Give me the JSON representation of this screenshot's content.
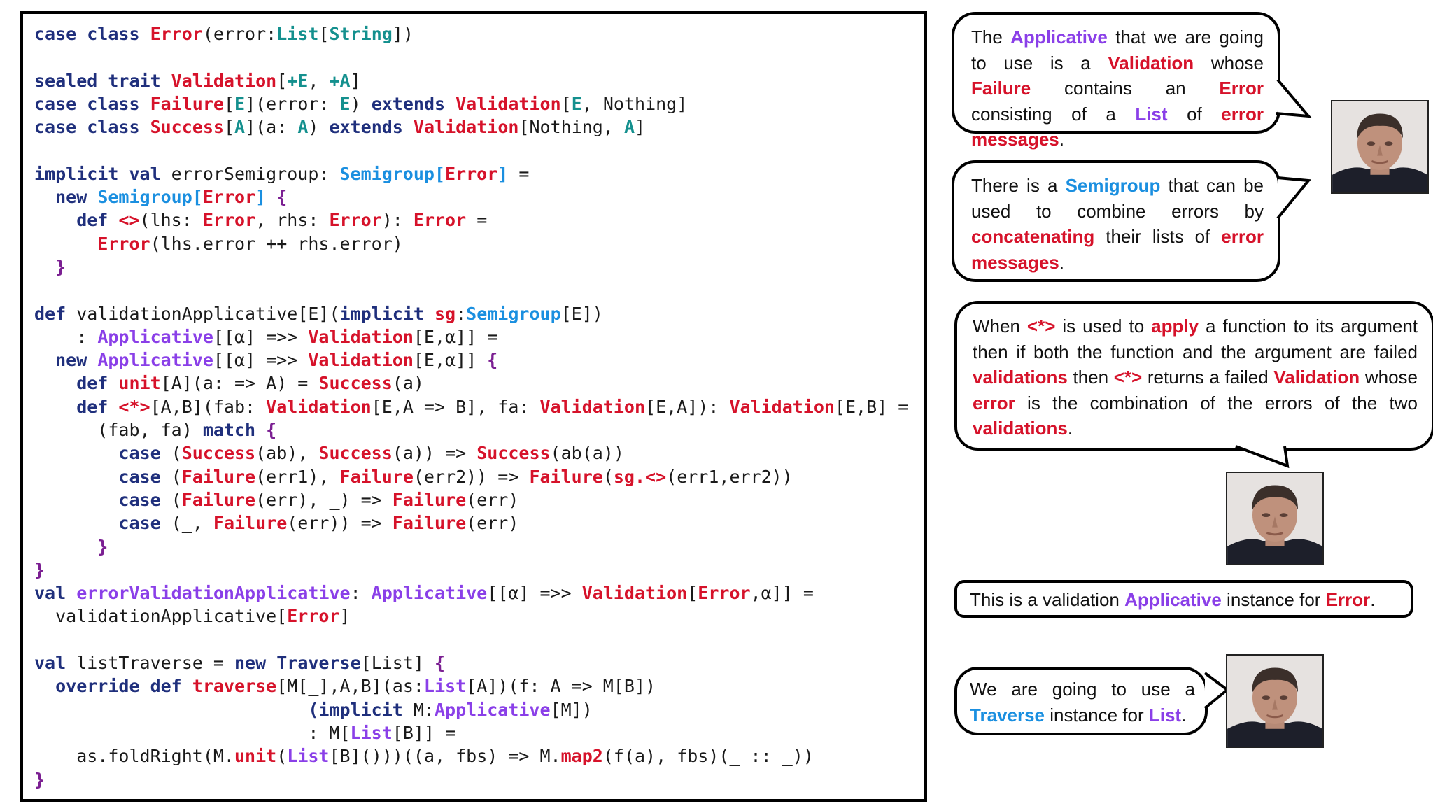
{
  "colors": {
    "keyword": "#1f2f7c",
    "type_red": "#d6122a",
    "typeclass_purple": "#8a3fe8",
    "typeclass_blue": "#1a8fe0",
    "typeparam_teal": "#14908e",
    "brace_purple": "#7b1f92",
    "plain": "#1a1a1a"
  },
  "code_lines": [
    [
      [
        "case class ",
        "kw"
      ],
      [
        "Error",
        "red"
      ],
      [
        "(error:",
        "plain"
      ],
      [
        "List",
        "teal"
      ],
      [
        "[",
        "plain"
      ],
      [
        "String",
        "teal"
      ],
      [
        "])",
        "plain"
      ]
    ],
    [
      [
        "",
        "plain"
      ]
    ],
    [
      [
        "sealed trait ",
        "kw"
      ],
      [
        "Validation",
        "red"
      ],
      [
        "[",
        "plain"
      ],
      [
        "+E",
        "teal"
      ],
      [
        ", ",
        "plain"
      ],
      [
        "+A",
        "teal"
      ],
      [
        "]",
        "plain"
      ]
    ],
    [
      [
        "case class ",
        "kw"
      ],
      [
        "Failure",
        "red"
      ],
      [
        "[",
        "plain"
      ],
      [
        "E",
        "teal"
      ],
      [
        "](error: ",
        "plain"
      ],
      [
        "E",
        "teal"
      ],
      [
        ") ",
        "plain"
      ],
      [
        "extends ",
        "kw"
      ],
      [
        "Validation",
        "red"
      ],
      [
        "[",
        "plain"
      ],
      [
        "E",
        "teal"
      ],
      [
        ", Nothing]",
        "plain"
      ]
    ],
    [
      [
        "case class ",
        "kw"
      ],
      [
        "Success",
        "red"
      ],
      [
        "[",
        "plain"
      ],
      [
        "A",
        "teal"
      ],
      [
        "](a: ",
        "plain"
      ],
      [
        "A",
        "teal"
      ],
      [
        ") ",
        "plain"
      ],
      [
        "extends ",
        "kw"
      ],
      [
        "Validation",
        "red"
      ],
      [
        "[Nothing, ",
        "plain"
      ],
      [
        "A",
        "teal"
      ],
      [
        "]",
        "plain"
      ]
    ],
    [
      [
        "",
        "plain"
      ]
    ],
    [
      [
        "implicit val ",
        "kw"
      ],
      [
        "errorSemigroup: ",
        "plain"
      ],
      [
        "Semigroup",
        "blue"
      ],
      [
        "[",
        "blue"
      ],
      [
        "Error",
        "red"
      ],
      [
        "]",
        "blue"
      ],
      [
        " =",
        "plain"
      ]
    ],
    [
      [
        "  new ",
        "kw"
      ],
      [
        "Semigroup",
        "blue"
      ],
      [
        "[",
        "blue"
      ],
      [
        "Error",
        "red"
      ],
      [
        "]",
        "blue"
      ],
      [
        " {",
        "brace"
      ]
    ],
    [
      [
        "    def ",
        "kw"
      ],
      [
        "<>",
        "red"
      ],
      [
        "(lhs: ",
        "plain"
      ],
      [
        "Error",
        "red"
      ],
      [
        ", rhs: ",
        "plain"
      ],
      [
        "Error",
        "red"
      ],
      [
        "): ",
        "plain"
      ],
      [
        "Error",
        "red"
      ],
      [
        " =",
        "plain"
      ]
    ],
    [
      [
        "      ",
        "plain"
      ],
      [
        "Error",
        "red"
      ],
      [
        "(lhs.error ++ rhs.error)",
        "plain"
      ]
    ],
    [
      [
        "  }",
        "brace"
      ]
    ],
    [
      [
        "",
        "plain"
      ]
    ],
    [
      [
        "def ",
        "kw"
      ],
      [
        "validationApplicative[E](",
        "plain"
      ],
      [
        "implicit ",
        "kw"
      ],
      [
        "sg",
        "red"
      ],
      [
        ":",
        "plain"
      ],
      [
        "Semigroup",
        "blue"
      ],
      [
        "[E])",
        "plain"
      ]
    ],
    [
      [
        "    : ",
        "plain"
      ],
      [
        "Applicative",
        "purple"
      ],
      [
        "[[α] =>> ",
        "plain"
      ],
      [
        "Validation",
        "red"
      ],
      [
        "[E,α]] =",
        "plain"
      ]
    ],
    [
      [
        "  new ",
        "kw"
      ],
      [
        "Applicative",
        "purple"
      ],
      [
        "[[α] =>> ",
        "plain"
      ],
      [
        "Validation",
        "red"
      ],
      [
        "[E,α]] ",
        "plain"
      ],
      [
        "{",
        "brace"
      ]
    ],
    [
      [
        "    def ",
        "kw"
      ],
      [
        "unit",
        "red"
      ],
      [
        "[A](a: => A) = ",
        "plain"
      ],
      [
        "Success",
        "red"
      ],
      [
        "(a)",
        "plain"
      ]
    ],
    [
      [
        "    def ",
        "kw"
      ],
      [
        "<*>",
        "red"
      ],
      [
        "[A,B](fab: ",
        "plain"
      ],
      [
        "Validation",
        "red"
      ],
      [
        "[E,A => B], fa: ",
        "plain"
      ],
      [
        "Validation",
        "red"
      ],
      [
        "[E,A]): ",
        "plain"
      ],
      [
        "Validation",
        "red"
      ],
      [
        "[E,B] =",
        "plain"
      ]
    ],
    [
      [
        "      (fab, fa) ",
        "plain"
      ],
      [
        "match ",
        "kw"
      ],
      [
        "{",
        "brace"
      ]
    ],
    [
      [
        "        case ",
        "kw"
      ],
      [
        "(",
        "plain"
      ],
      [
        "Success",
        "red"
      ],
      [
        "(ab), ",
        "plain"
      ],
      [
        "Success",
        "red"
      ],
      [
        "(a)) => ",
        "plain"
      ],
      [
        "Success",
        "red"
      ],
      [
        "(ab(a))",
        "plain"
      ]
    ],
    [
      [
        "        case ",
        "kw"
      ],
      [
        "(",
        "plain"
      ],
      [
        "Failure",
        "red"
      ],
      [
        "(err1), ",
        "plain"
      ],
      [
        "Failure",
        "red"
      ],
      [
        "(err2)) => ",
        "plain"
      ],
      [
        "Failure",
        "red"
      ],
      [
        "(",
        "plain"
      ],
      [
        "sg.<>",
        "red"
      ],
      [
        "(err1,err2))",
        "plain"
      ]
    ],
    [
      [
        "        case ",
        "kw"
      ],
      [
        "(",
        "plain"
      ],
      [
        "Failure",
        "red"
      ],
      [
        "(err), _) => ",
        "plain"
      ],
      [
        "Failure",
        "red"
      ],
      [
        "(err)",
        "plain"
      ]
    ],
    [
      [
        "        case ",
        "kw"
      ],
      [
        "(_, ",
        "plain"
      ],
      [
        "Failure",
        "red"
      ],
      [
        "(err)) => ",
        "plain"
      ],
      [
        "Failure",
        "red"
      ],
      [
        "(err)",
        "plain"
      ]
    ],
    [
      [
        "      }",
        "brace"
      ]
    ],
    [
      [
        "}",
        "brace"
      ]
    ],
    [
      [
        "val ",
        "kw"
      ],
      [
        "errorValidationApplicative",
        "purple"
      ],
      [
        ": ",
        "plain"
      ],
      [
        "Applicative",
        "purple"
      ],
      [
        "[[α] =>> ",
        "plain"
      ],
      [
        "Validation",
        "red"
      ],
      [
        "[",
        "plain"
      ],
      [
        "Error",
        "red"
      ],
      [
        ",α]] =",
        "plain"
      ]
    ],
    [
      [
        "  validationApplicative[",
        "plain"
      ],
      [
        "Error",
        "red"
      ],
      [
        "]",
        "plain"
      ]
    ],
    [
      [
        "",
        "plain"
      ]
    ],
    [
      [
        "val ",
        "kw"
      ],
      [
        "listTraverse = ",
        "plain"
      ],
      [
        "new ",
        "kw"
      ],
      [
        "Traverse",
        "kw"
      ],
      [
        "[List] ",
        "plain"
      ],
      [
        "{",
        "brace"
      ]
    ],
    [
      [
        "  override def ",
        "kw"
      ],
      [
        "traverse",
        "red"
      ],
      [
        "[M[_],A,B](as:",
        "plain"
      ],
      [
        "List",
        "purple"
      ],
      [
        "[A])(f: A => M[B])",
        "plain"
      ]
    ],
    [
      [
        "                          ",
        "plain"
      ],
      [
        "(implicit ",
        "kw"
      ],
      [
        "M:",
        "plain"
      ],
      [
        "Applicative",
        "purple"
      ],
      [
        "[M])",
        "plain"
      ]
    ],
    [
      [
        "                          : M[",
        "plain"
      ],
      [
        "List",
        "purple"
      ],
      [
        "[B]] =",
        "plain"
      ]
    ],
    [
      [
        "    as.foldRight(M.",
        "plain"
      ],
      [
        "unit",
        "red"
      ],
      [
        "(",
        "plain"
      ],
      [
        "List",
        "purple"
      ],
      [
        "[B]()))((a, fbs) => M.",
        "plain"
      ],
      [
        "map2",
        "red"
      ],
      [
        "(f(a), fbs)(_ :: _))",
        "plain"
      ]
    ],
    [
      [
        "}",
        "brace"
      ]
    ]
  ],
  "bubbles": {
    "applicative_note": [
      [
        "The ",
        "n"
      ],
      [
        "Applicative",
        "p"
      ],
      [
        " that we are going to use is a ",
        "n"
      ],
      [
        "Validation",
        "r"
      ],
      [
        " whose ",
        "n"
      ],
      [
        "Failure",
        "r"
      ],
      [
        " contains an ",
        "n"
      ],
      [
        "Error",
        "r"
      ],
      [
        " consisting of a ",
        "n"
      ],
      [
        "List",
        "p"
      ],
      [
        " of ",
        "n"
      ],
      [
        "error messages",
        "r"
      ],
      [
        ".",
        "n"
      ]
    ],
    "semigroup_note": [
      [
        "There is a ",
        "n"
      ],
      [
        "Semigroup",
        "b"
      ],
      [
        " that can be used to combine errors by ",
        "n"
      ],
      [
        "concatenating",
        "r"
      ],
      [
        " their lists of ",
        "n"
      ],
      [
        "error messages",
        "r"
      ],
      [
        ".",
        "n"
      ]
    ],
    "apply_note": [
      [
        "When ",
        "n"
      ],
      [
        "<*>",
        "r"
      ],
      [
        " is used to ",
        "n"
      ],
      [
        "apply",
        "r"
      ],
      [
        " a function to its argument then if both the function and the argument are failed ",
        "n"
      ],
      [
        "validations",
        "r"
      ],
      [
        " then ",
        "n"
      ],
      [
        "<*>",
        "r"
      ],
      [
        " returns a failed ",
        "n"
      ],
      [
        "Validation",
        "r"
      ],
      [
        " whose ",
        "n"
      ],
      [
        "error",
        "r"
      ],
      [
        " is the combination of the errors of the two ",
        "n"
      ],
      [
        "validations",
        "r"
      ],
      [
        ".",
        "n"
      ]
    ],
    "instance_note": [
      [
        "This is a validation ",
        "n"
      ],
      [
        "Applicative",
        "p"
      ],
      [
        " instance for ",
        "n"
      ],
      [
        "Error",
        "r"
      ],
      [
        ".",
        "n"
      ]
    ],
    "traverse_note": [
      [
        "We are going to use a ",
        "n"
      ],
      [
        "Traverse",
        "b"
      ],
      [
        " instance for ",
        "n"
      ],
      [
        "List",
        "p"
      ],
      [
        ".",
        "n"
      ]
    ]
  }
}
